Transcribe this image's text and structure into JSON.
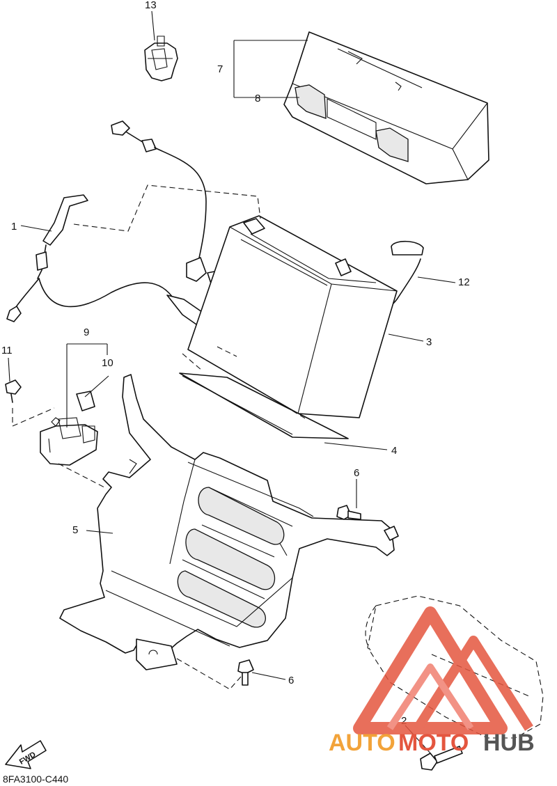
{
  "diagram": {
    "callouts": [
      "1",
      "2",
      "3",
      "4",
      "5",
      "6",
      "6",
      "7",
      "8",
      "9",
      "10",
      "11",
      "12",
      "13"
    ],
    "fwd_label": "FWD",
    "drawing_code": "8FA3100-C440"
  },
  "watermark": {
    "text_orange": "AUTO",
    "text_red": "MOTO",
    "text_gray": "HUB",
    "colors": {
      "orange": "#f2a33a",
      "red": "#e4563f",
      "gray": "#555555"
    }
  }
}
